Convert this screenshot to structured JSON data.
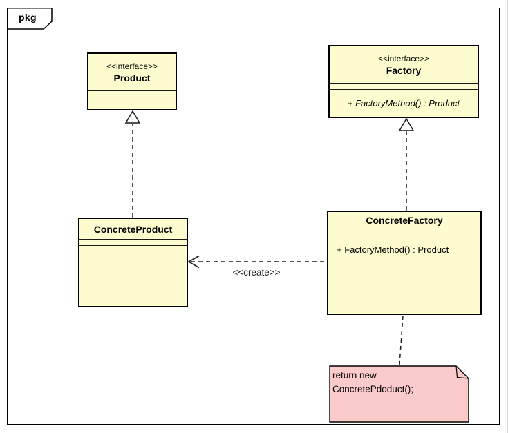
{
  "frame": {
    "label": "pkg"
  },
  "colors": {
    "class_fill": "#FCFCCE",
    "note_fill": "#FBCACA",
    "line": "#000000",
    "background": "#FFFFFF"
  },
  "classes": {
    "product": {
      "stereotype": "<<interface>>",
      "name": "Product",
      "attributes": [],
      "operations": []
    },
    "factory": {
      "stereotype": "<<interface>>",
      "name": "Factory",
      "attributes": [],
      "operations": [
        {
          "text": "+ FactoryMethod() : Product",
          "abstract": true
        }
      ],
      "op0": "+ FactoryMethod() : Product"
    },
    "concrete_product": {
      "name": "ConcreteProduct",
      "attributes": [],
      "operations": []
    },
    "concrete_factory": {
      "name": "ConcreteFactory",
      "attributes": [],
      "operations": [
        {
          "text": "+ FactoryMethod() : Product",
          "abstract": false
        }
      ],
      "op0": "+ FactoryMethod() : Product"
    }
  },
  "relationships": {
    "realization_product": {
      "from": "ConcreteProduct",
      "to": "Product",
      "type": "realization"
    },
    "realization_factory": {
      "from": "ConcreteFactory",
      "to": "Factory",
      "type": "realization"
    },
    "create_dependency": {
      "from": "ConcreteFactory",
      "to": "ConcreteProduct",
      "type": "dependency",
      "label": "<<create>>"
    }
  },
  "note": {
    "line1": "return new",
    "line2": "ConcretePdoduct();"
  }
}
